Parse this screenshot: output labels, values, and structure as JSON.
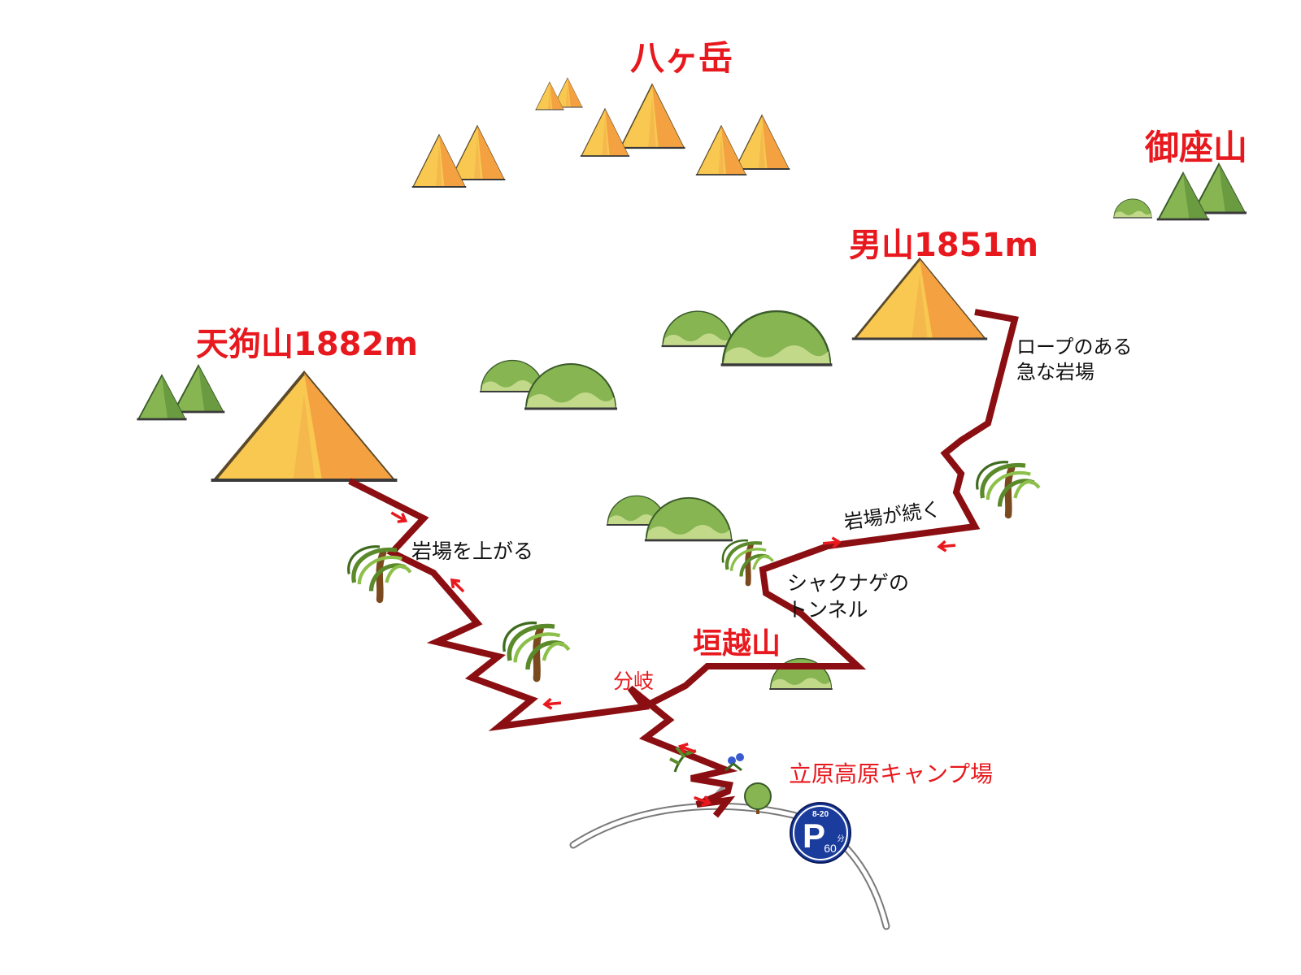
{
  "colors": {
    "trail": "#8b0f12",
    "label_red": "#e8191e",
    "peak_orange": "#f4a142",
    "peak_yellow": "#f8c850",
    "hill_green": "#86b552",
    "hill_light": "#c2d98a",
    "road_grey": "#9a9a9a",
    "parking_blue": "#1a3c9c"
  },
  "icons": [
    "mountain-peak-icon",
    "green-hill-icon",
    "windswept-tree-icon",
    "flower-plant-icon",
    "bush-tree-icon",
    "direction-arrow-icon",
    "parking-sign-icon"
  ],
  "labels": {
    "yatsugatake": "八ヶ岳",
    "gozasan": "御座山",
    "otokoyama": "男山1851m",
    "tengusan": "天狗山1882m",
    "kakikoshiyama": "垣越山",
    "camp": "立原高原キャンプ場",
    "branch": "分岐"
  },
  "notes": {
    "rope_rock": "ロープのある\n急な岩場",
    "rock_continues": "岩場が続く",
    "shakunage_tunnel": "シャクナゲの\nトンネル",
    "climb_rock": "岩場を上がる"
  },
  "parking": {
    "hours": "8-20",
    "letter": "P",
    "minutes": "60",
    "unit": "分"
  }
}
